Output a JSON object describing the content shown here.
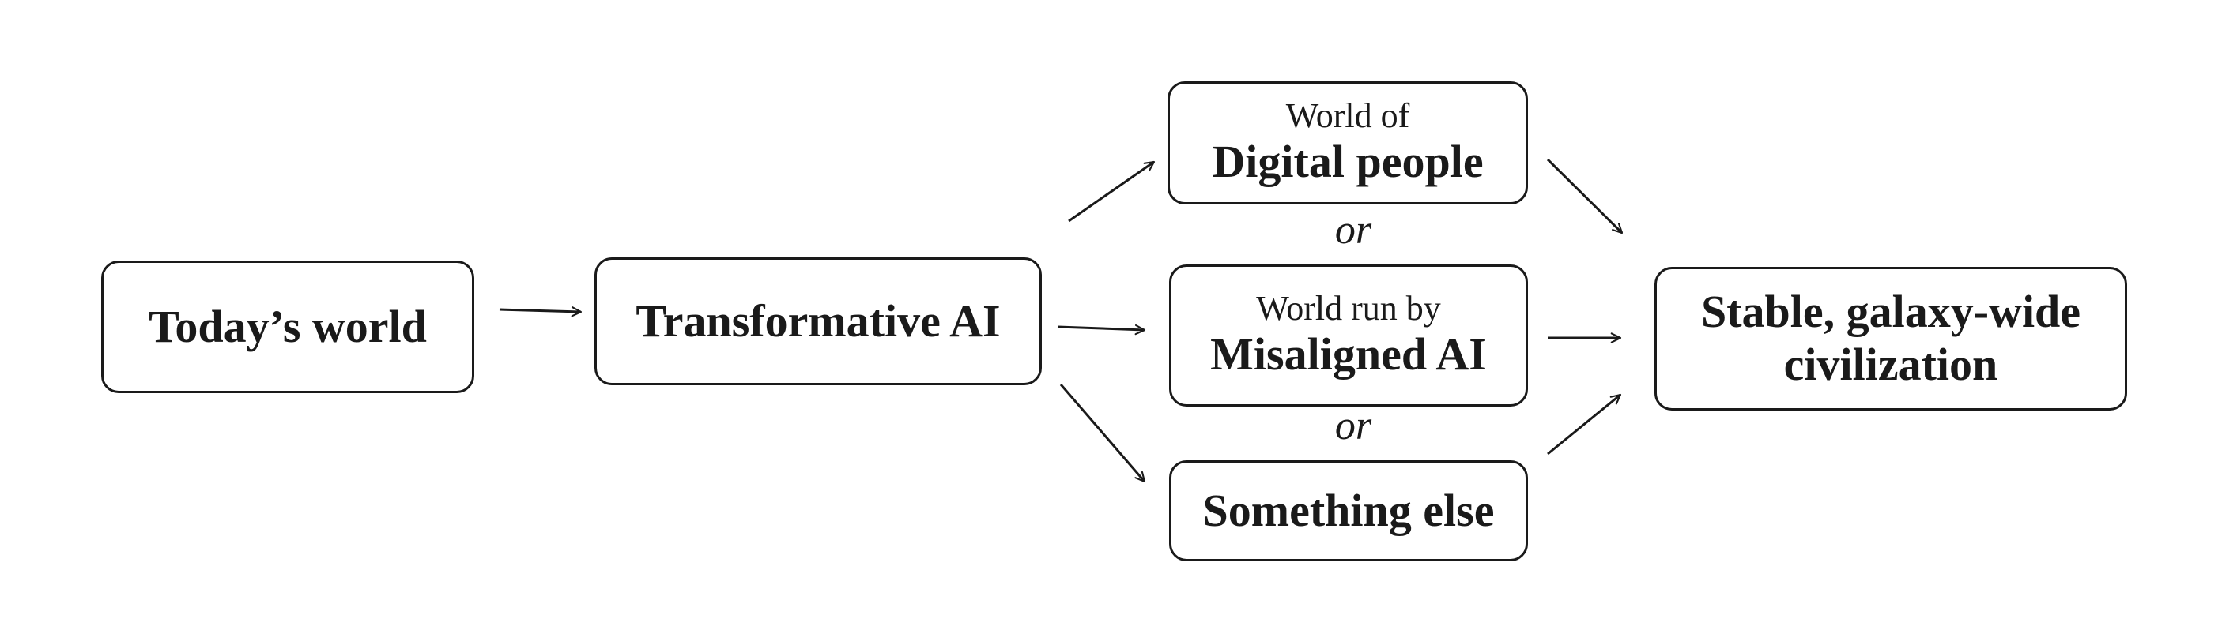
{
  "nodes": {
    "today": {
      "title": "Today’s world"
    },
    "transformative_ai": {
      "title": "Transformative AI"
    },
    "digital_people": {
      "prefix": "World of",
      "title": "Digital people"
    },
    "misaligned_ai": {
      "prefix": "World run by",
      "title": "Misaligned AI"
    },
    "something_else": {
      "title": "Something else"
    },
    "stable_civilization": {
      "title": "Stable, galaxy-wide civilization"
    }
  },
  "connectors": {
    "or_upper": "or",
    "or_lower": "or"
  },
  "colors": {
    "stroke": "#1a1a1a",
    "background": "#ffffff"
  }
}
